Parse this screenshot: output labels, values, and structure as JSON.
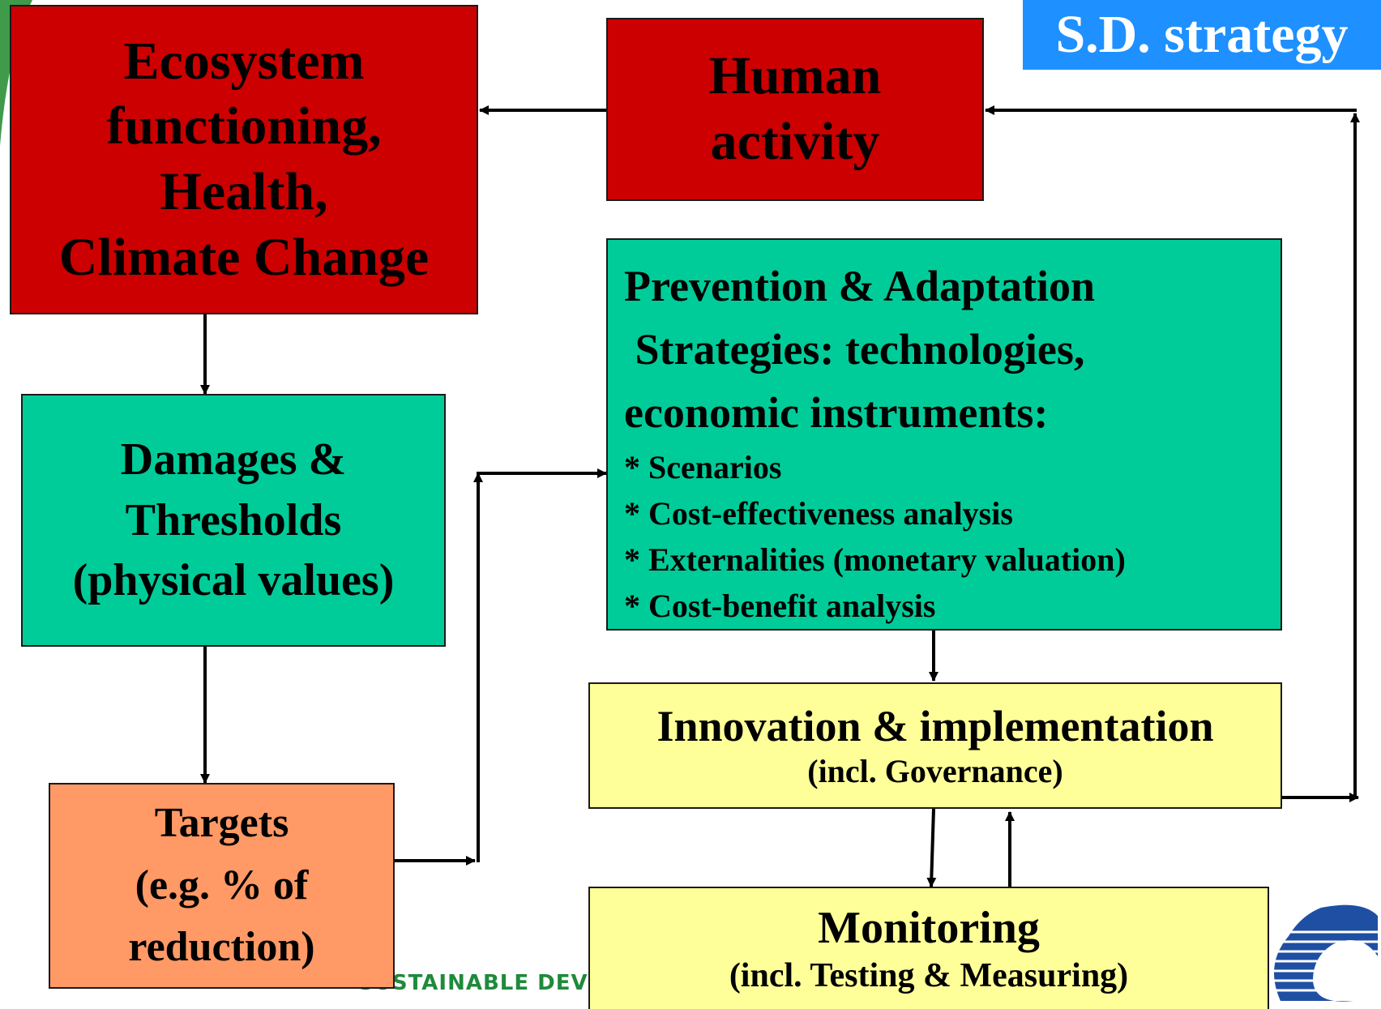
{
  "title_badge": "S.D. strategy",
  "footer": "SUSTAINABLE DEVI",
  "boxes": {
    "ecosystem": [
      "Ecosystem",
      "functioning,",
      "Health,",
      "Climate Change"
    ],
    "human": [
      "Human",
      "activity"
    ],
    "damages": [
      "Damages &",
      "Thresholds",
      "(physical values)"
    ],
    "targets": [
      "Targets",
      "(e.g. % of",
      "reduction)"
    ],
    "prevention": {
      "heading": [
        "Prevention & Adaptation",
        " Strategies: technologies,",
        "economic instruments:"
      ],
      "bullets": [
        "* Scenarios",
        "* Cost-effectiveness analysis",
        "* Externalities (monetary valuation)",
        "* Cost-benefit analysis"
      ]
    },
    "innovation": {
      "title": "Innovation & implementation",
      "sub": "(incl. Governance)"
    },
    "monitoring": {
      "title": "Monitoring",
      "sub": "(incl. Testing & Measuring)"
    }
  },
  "colors": {
    "red": "#cc0000",
    "teal": "#00cc99",
    "yellow": "#ffff99",
    "orange": "#ff9966",
    "badge": "#1e90ff",
    "footer_green": "#1f8a3c"
  }
}
